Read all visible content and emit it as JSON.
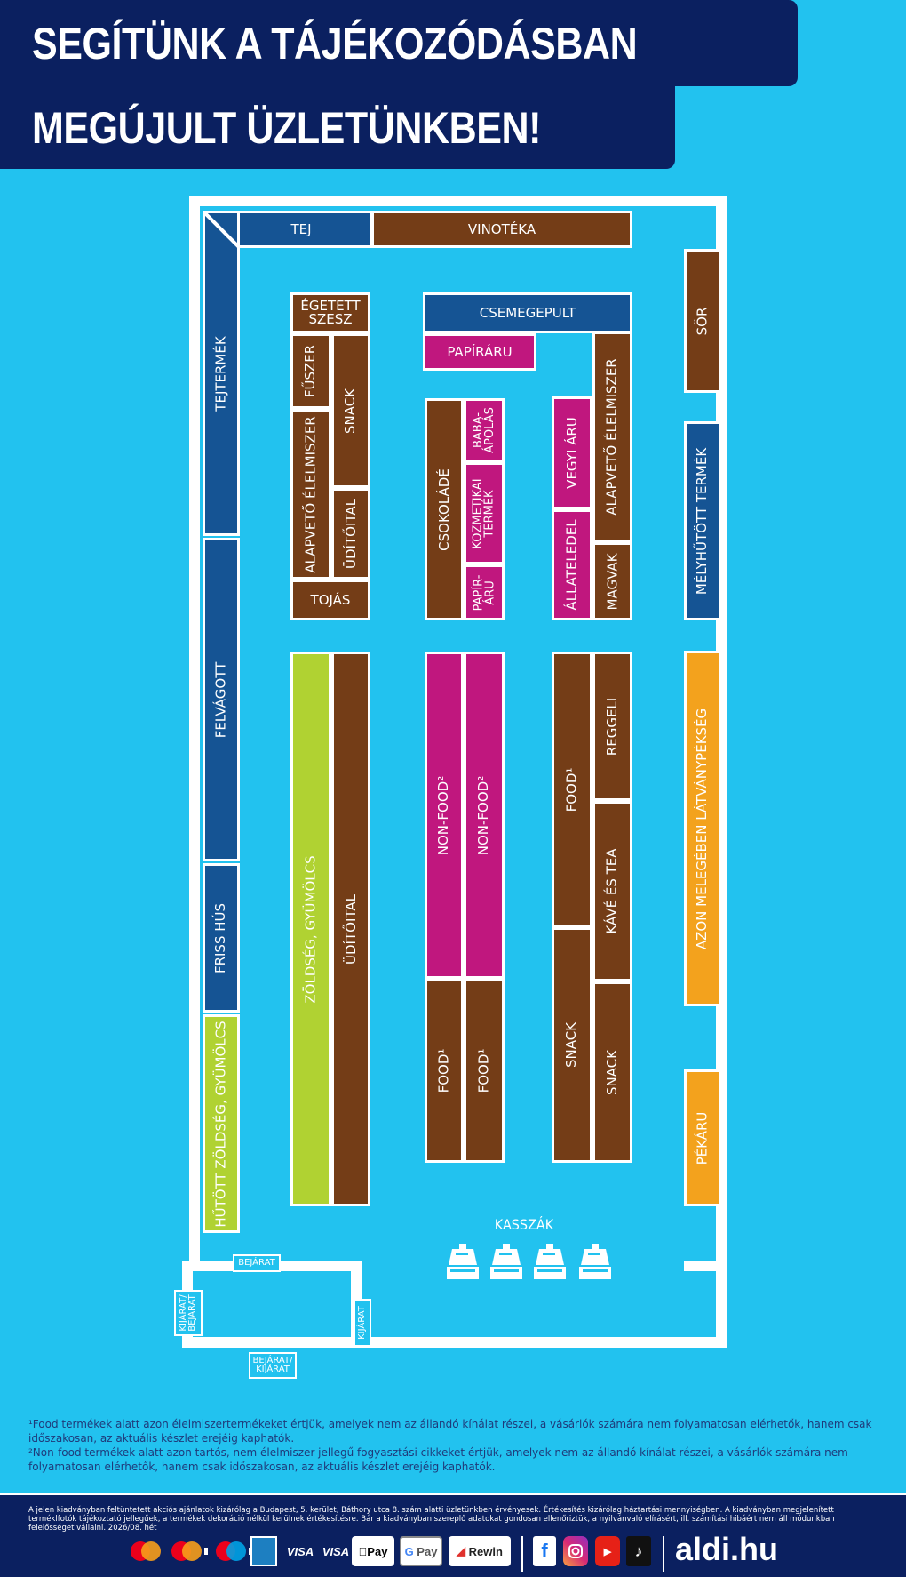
{
  "header": {
    "line1": "SEGÍTÜNK A TÁJÉKOZÓDÁSBAN",
    "line2": "MEGÚJULT ÜZLETÜNKBEN!"
  },
  "colors": {
    "background": "#22c2ef",
    "header_bg": "#0b2060",
    "blue_zone": "#155494",
    "brown_zone": "#743d17",
    "magenta_zone": "#c0177e",
    "green_zone": "#b0d232",
    "orange_zone": "#f3a21d"
  },
  "map": {
    "perimeter": {
      "tej": "TEJ",
      "vinoteka": "VINOTÉKA",
      "tejtermek": "TEJTERMÉK",
      "felvagott": "FELVÁGOTT",
      "friss_hus": "FRISS HÚS",
      "hutott_zoldseg": "HŰTÖTT ZÖLDSÉG, GYÜMÖLCS",
      "sor": "SÖR",
      "melyhutott": "MÉLYHŰTÖTT TERMÉK",
      "latvanypekseg": "AZON MELEGÉBEN LÁTVÁNYPÉKSÉG",
      "pekaru": "PÉKÁRU"
    },
    "aisle1": {
      "egetett_szesz_1": "ÉGETETT",
      "egetett_szesz_2": "SZESZ",
      "fuszer": "FŰSZER",
      "snack": "SNACK",
      "alapveto": "ALAPVETŐ ÉLELMISZER",
      "uditoital": "ÜDÍTŐITAL",
      "tojas": "TOJÁS",
      "zoldseg_gyumolcs": "ZÖLDSÉG, GYÜMÖLCS",
      "uditoital_long": "ÜDÍTŐITAL"
    },
    "aisle2": {
      "csemegepult": "CSEMEGEPULT",
      "papiraru": "PAPÍRÁRU",
      "csokolade": "CSOKOLÁDÉ",
      "babaapolas_1": "BABA-",
      "babaapolas_2": "ÁPOLÁS",
      "kozmetikai_1": "KOZMETIKAI",
      "kozmetikai_2": "TERMÉK",
      "papir_aru_1": "PAPÍR-",
      "papir_aru_2": "ÁRU",
      "nonfood_a": "NON-FOOD²",
      "nonfood_b": "NON-FOOD²",
      "food_a": "FOOD¹",
      "food_b": "FOOD¹"
    },
    "aisle3": {
      "vegyi_aru": "VEGYI ÁRU",
      "allateledel": "ÁLLATELEDEL",
      "alapveto": "ALAPVETŐ ÉLELMISZER",
      "magvak": "MAGVAK",
      "food": "FOOD¹",
      "snack_a": "SNACK",
      "reggeli": "REGGELI",
      "kave_tea": "KÁVÉ ÉS TEA",
      "snack_b": "SNACK"
    },
    "checkout": {
      "label": "KASSZÁK",
      "register_count": 4
    },
    "doors": {
      "bejarat": "BEJÁRAT",
      "kijarat_bejarat_1": "KIJÁRAT/",
      "kijarat_bejarat_2": "BEJÁRAT",
      "bejarat_kijarat_1": "BEJÁRAT/",
      "bejarat_kijarat_2": "KIJÁRAT",
      "kijarat": "KIJÁRAT"
    }
  },
  "footnotes": {
    "note1": "¹Food termékek alatt azon élelmiszertermékeket értjük, amelyek nem az állandó kínálat részei, a vásárlók számára nem folyamatosan elérhetők, hanem csak időszakosan, az aktuális készlet erejéig kaphatók.",
    "note2": "²Non-food termékek alatt azon tartós, nem élelmiszer jellegű fogyasztási cikkeket értjük, amelyek nem az állandó kínálat részei, a vásárlók számára nem folyamatosan elérhetők, hanem csak időszakosan, az aktuális készlet erejéig kaphatók."
  },
  "footer": {
    "legal": "A jelen kiadványban feltüntetett akciós ajánlatok kizárólag a Budapest, 5. kerület, Báthory utca 8. szám alatti üzletünkben érvényesek. Értékesítés kizárólag háztartási mennyiségben. A kiadványban megjelenített terméklfotók tájékoztató jellegűek, a termékek dekoráció nélkül kerülnek értékesítésre. Bár a kiadványban szereplő adatokat gondosan ellenőriztük, a nyilvánvaló elírásért, ill. számítási hibáért nem áll módunkban felelősséget vállalni. 2026/08. hét",
    "payments": [
      "mastercard",
      "mastercard-contactless",
      "maestro-contactless",
      "bank-card",
      "VISA",
      "VISA",
      "Pay",
      "G Pay",
      "Rewin"
    ],
    "social": [
      "facebook-icon",
      "instagram-icon",
      "youtube-icon",
      "tiktok-icon"
    ],
    "site": "aldi.hu"
  }
}
